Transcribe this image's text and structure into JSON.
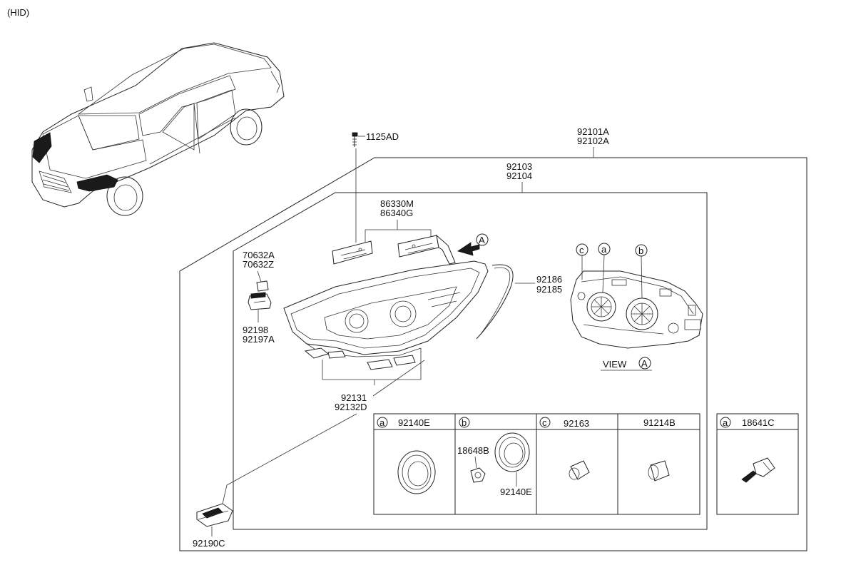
{
  "header": {
    "variant": "(HID)"
  },
  "labels": {
    "bolt": "1125AD",
    "assembly_1": "92101A",
    "assembly_2": "92102A",
    "housing_1": "92103",
    "housing_2": "92104",
    "bracket_1": "86330M",
    "bracket_2": "86340G",
    "clip_1": "70632A",
    "clip_2": "70632Z",
    "connector_1": "92198",
    "connector_2": "92197A",
    "trim_1": "92186",
    "trim_2": "92185",
    "lower_1": "92131",
    "lower_2": "92132D",
    "ballast": "92190C",
    "view_word": "VIEW",
    "view_letter": "A",
    "arrow_letter": "A",
    "circle_a": "a",
    "circle_b": "b",
    "circle_c": "c"
  },
  "parts_table": {
    "cells": [
      {
        "mark": "a",
        "part": "92140E"
      },
      {
        "mark": "b",
        "part": "",
        "sub_1": "18648B",
        "sub_2": "92140E"
      },
      {
        "mark": "c",
        "part": "92163"
      },
      {
        "mark": "",
        "part": "91214B"
      }
    ],
    "extra": {
      "mark": "a",
      "part": "18641C"
    }
  },
  "colors": {
    "line": "#222222",
    "paper": "#ffffff",
    "lamp": "#1a1a1a"
  }
}
